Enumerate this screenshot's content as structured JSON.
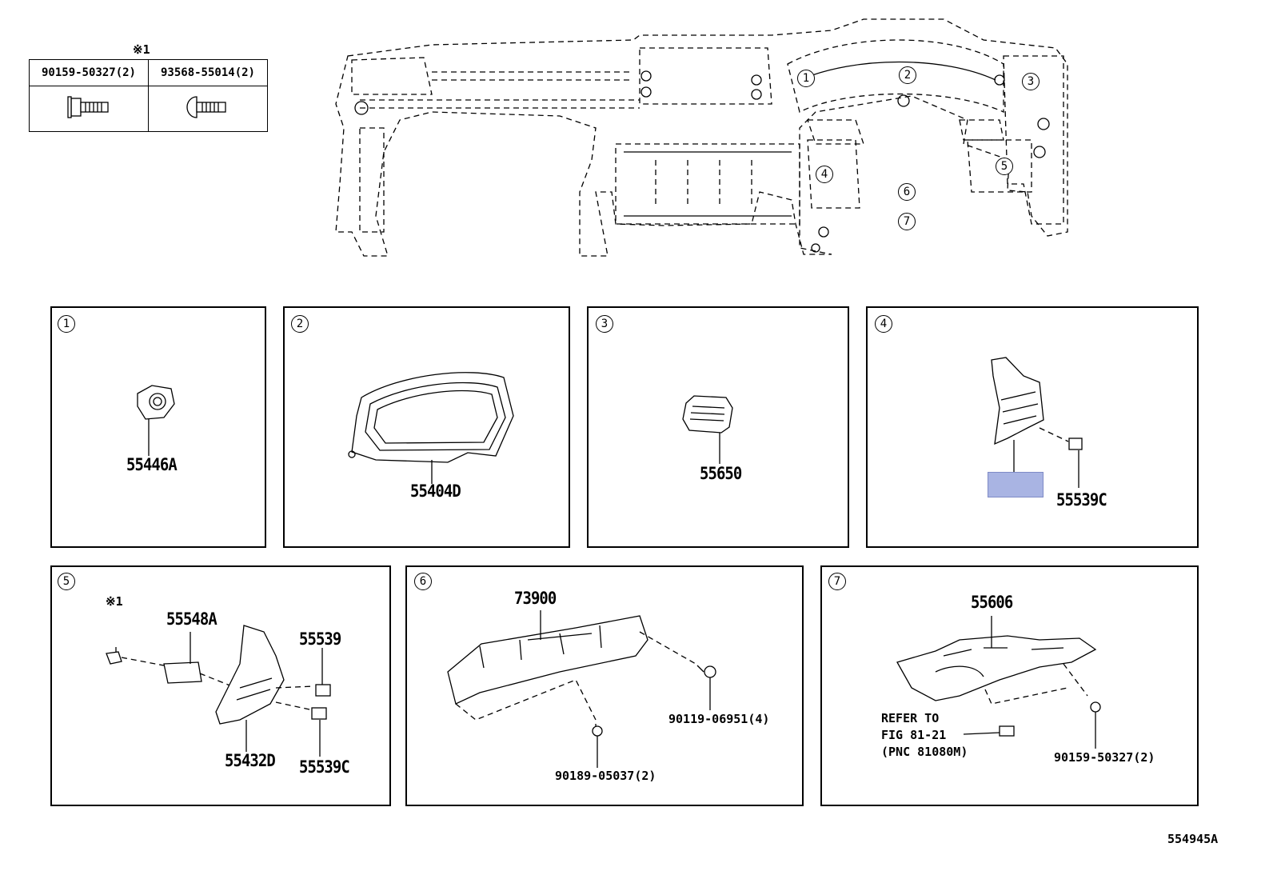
{
  "bolt_table": {
    "mark": "※1",
    "columns": [
      "90159-50327(2)",
      "93568-55014(2)"
    ]
  },
  "overview_callouts": [
    "1",
    "2",
    "3",
    "4",
    "5",
    "6",
    "7"
  ],
  "panels": [
    {
      "num": "1",
      "parts": [
        "55446A"
      ]
    },
    {
      "num": "2",
      "parts": [
        "55404D"
      ]
    },
    {
      "num": "3",
      "parts": [
        "55650"
      ]
    },
    {
      "num": "4",
      "parts": [
        "55539C"
      ]
    },
    {
      "num": "5",
      "parts": [
        "※1",
        "55548A",
        "55539",
        "55432D",
        "55539C"
      ]
    },
    {
      "num": "6",
      "parts": [
        "73900",
        "90119-06951(4)",
        "90189-05037(2)"
      ]
    },
    {
      "num": "7",
      "parts": [
        "55606",
        "REFER TO",
        "FIG 81-21",
        "(PNC 81080M)",
        "90159-50327(2)"
      ]
    }
  ],
  "diagram_id": "554945A",
  "colors": {
    "highlight": "#a9b4e3",
    "line": "#000000",
    "background": "#ffffff"
  }
}
